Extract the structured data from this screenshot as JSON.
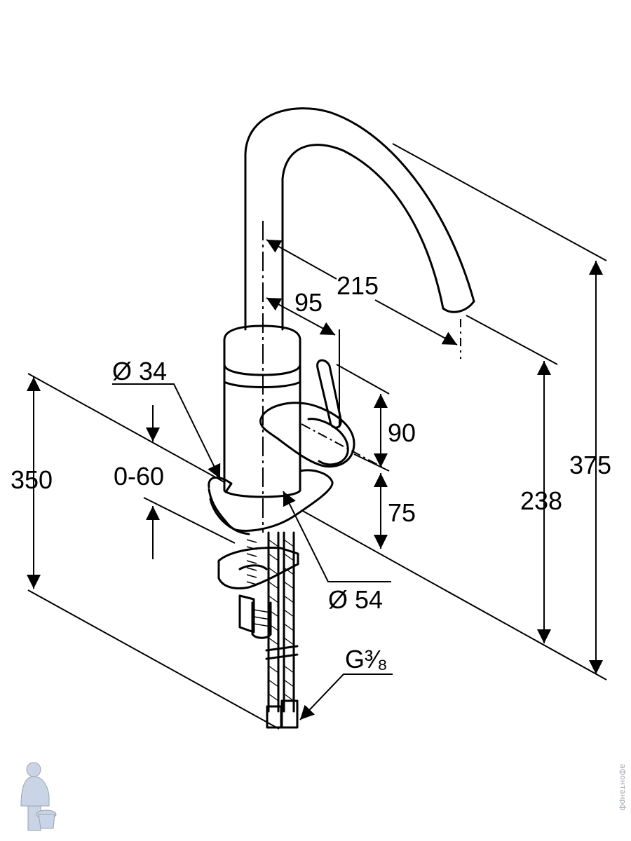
{
  "drawing": {
    "dimensions": {
      "d215": "215",
      "d95": "95",
      "dia34": "Ø 34",
      "d350": "350",
      "d0_60": "0-60",
      "d90": "90",
      "d75": "75",
      "d238": "238",
      "d375": "375",
      "dia54": "Ø 54",
      "thread": "G³⁄₈"
    },
    "watermark": {
      "logo": "plumber-mascot-logo",
      "text": "афонтанрф"
    },
    "colors": {
      "line": "#000000",
      "watermark": "#9aa3ad"
    }
  }
}
